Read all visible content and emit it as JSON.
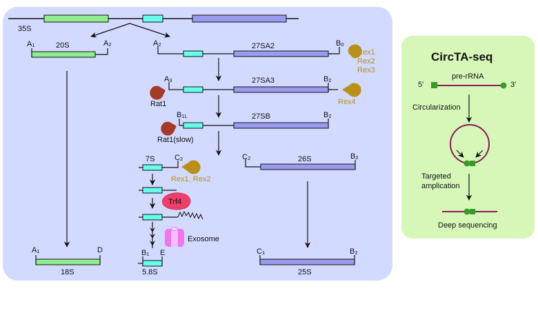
{
  "colors": {
    "left_panel_bg": "#d2daff",
    "right_panel_bg": "#d6f7b8",
    "rRNA_18S": "#90ee90",
    "rRNA_5_8S": "#66ffee",
    "rRNA_25S": "#9a9aee",
    "rex_enzyme": "#b8901a",
    "rat1_enzyme": "#a33a2a",
    "trf4": "#ee3f6a",
    "exosome": "#ee77ee",
    "circ_rna": "#8a1a5a",
    "circ_ends": "#3a9a2a"
  },
  "pathway": {
    "precursor_35S": "35S",
    "branch_left": {
      "name": "20S",
      "site_left": "A",
      "site_left_sub": "1",
      "site_right": "A",
      "site_right_sub": "2",
      "product": "18S",
      "product_site_left": "A",
      "product_site_left_sub": "1",
      "product_site_right": "D"
    },
    "branch_right": {
      "s27SA2": {
        "name": "27SA2",
        "site_left": "A",
        "site_left_sub": "2",
        "site_right": "B",
        "site_right_sub": "0",
        "enzymes": [
          "Rex1",
          "Rex2",
          "Rex3"
        ]
      },
      "s27SA3": {
        "name": "27SA3",
        "site_left": "A",
        "site_left_sub": "3",
        "site_right": "B",
        "site_right_sub": "2",
        "enzyme_left": "Rat1",
        "enzyme_right": "Rex4"
      },
      "s27SB": {
        "name": "27SB",
        "site_left": "B",
        "site_left_sub": "1L",
        "site_right": "B",
        "site_right_sub": "2",
        "enzyme_left": "Rat1(slow)"
      },
      "s7S": {
        "name": "7S",
        "site_right": "C",
        "site_right_sub": "2",
        "enzymes": "Rex1, Rex2"
      },
      "trf4": "Trf4",
      "polyA": "AAAAAA",
      "exosome": "Exosome",
      "s5_8S": {
        "name": "5.8S",
        "site_left": "B",
        "site_left_sub": "1",
        "site_right": "E"
      },
      "s26S": {
        "name": "26S",
        "site_left": "C",
        "site_left_sub": "2",
        "site_right": "B",
        "site_right_sub": "2"
      },
      "s25S": {
        "name": "25S",
        "site_left": "C",
        "site_left_sub": "1",
        "site_right": "B",
        "site_right_sub": "2"
      }
    }
  },
  "circta": {
    "title": "CircTA-seq",
    "pre_rrna": "pre-rRNA",
    "five_prime": "5'",
    "three_prime": "3'",
    "step1": "Circularization",
    "step2_line1": "Targeted",
    "step2_line2": "amplication",
    "step3": "Deep sequencing"
  }
}
